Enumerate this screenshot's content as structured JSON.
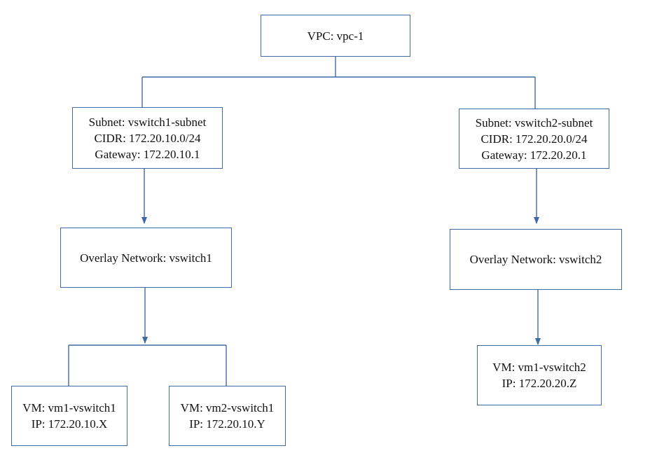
{
  "colors": {
    "line": "#3f6aa3",
    "border": "#3f6aa3",
    "text": "#111111",
    "background": "#ffffff"
  },
  "vpc": {
    "line1": "VPC: vpc-1"
  },
  "subnet1": {
    "line1": "Subnet: vswitch1-subnet",
    "line2": "CIDR: 172.20.10.0/24",
    "line3": "Gateway: 172.20.10.1"
  },
  "subnet2": {
    "line1": "Subnet: vswitch2-subnet",
    "line2": "CIDR: 172.20.20.0/24",
    "line3": "Gateway: 172.20.20.1"
  },
  "overlay1": {
    "line1": "Overlay Network: vswitch1"
  },
  "overlay2": {
    "line1": "Overlay Network: vswitch2"
  },
  "vm1_vswitch1": {
    "line1": "VM: vm1-vswitch1",
    "line2": "IP: 172.20.10.X"
  },
  "vm2_vswitch1": {
    "line1": "VM: vm2-vswitch1",
    "line2": "IP: 172.20.10.Y"
  },
  "vm1_vswitch2": {
    "line1": "VM: vm1-vswitch2",
    "line2": "IP: 172.20.20.Z"
  }
}
